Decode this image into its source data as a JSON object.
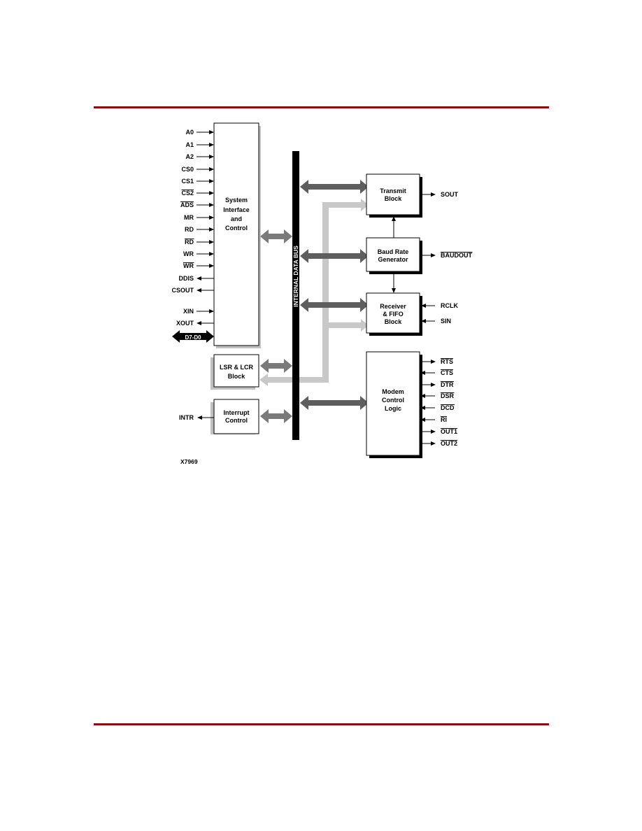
{
  "colors": {
    "rule": "#8b0d0d",
    "bus": "#000000",
    "dark_arrow": "#6e6e6e",
    "light_arrow": "#c8c8c8",
    "shadow": "#c0c0c0"
  },
  "figure_id": "X7969",
  "bus_label": "INTERNAL DATA BUS",
  "left_signals": [
    {
      "id": "a0",
      "text": "A0",
      "overbar": false,
      "dir": "in"
    },
    {
      "id": "a1",
      "text": "A1",
      "overbar": false,
      "dir": "in"
    },
    {
      "id": "a2",
      "text": "A2",
      "overbar": false,
      "dir": "in"
    },
    {
      "id": "cs0",
      "text": "CS0",
      "overbar": false,
      "dir": "in"
    },
    {
      "id": "cs1",
      "text": "CS1",
      "overbar": false,
      "dir": "in"
    },
    {
      "id": "cs2",
      "text": "CS2",
      "overbar": true,
      "dir": "in"
    },
    {
      "id": "ads",
      "text": "ADS",
      "overbar": true,
      "dir": "in"
    },
    {
      "id": "mr",
      "text": "MR",
      "overbar": false,
      "dir": "in"
    },
    {
      "id": "rd",
      "text": "RD",
      "overbar": false,
      "dir": "in"
    },
    {
      "id": "rd-n",
      "text": "RD",
      "overbar": true,
      "dir": "in"
    },
    {
      "id": "wr",
      "text": "WR",
      "overbar": false,
      "dir": "in"
    },
    {
      "id": "wr-n",
      "text": "WR",
      "overbar": true,
      "dir": "in"
    },
    {
      "id": "ddis",
      "text": "DDIS",
      "overbar": false,
      "dir": "out"
    },
    {
      "id": "csout",
      "text": "CSOUT",
      "overbar": false,
      "dir": "out"
    },
    {
      "id": "xin",
      "text": "XIN",
      "overbar": false,
      "dir": "in"
    },
    {
      "id": "xout",
      "text": "XOUT",
      "overbar": false,
      "dir": "out"
    }
  ],
  "data_bus_pins": "D7-D0",
  "intr_label": "INTR",
  "blocks": {
    "system": [
      "System",
      "Interface",
      "and",
      "Control"
    ],
    "lsr": [
      "LSR & LCR",
      "Block"
    ],
    "interrupt": [
      "Interrupt",
      "Control"
    ],
    "transmit": [
      "Transmit",
      "Block"
    ],
    "baud": [
      "Baud Rate",
      "Generator"
    ],
    "receiver": [
      "Receiver",
      "& FIFO",
      "Block"
    ],
    "modem": [
      "Modem",
      "Control",
      "Logic"
    ]
  },
  "right_signals": {
    "sout": "SOUT",
    "baudout": "BAUDOUT",
    "rclk": "RCLK",
    "sin": "SIN",
    "modem": [
      {
        "id": "rts",
        "text": "RTS",
        "dir": "out"
      },
      {
        "id": "cts",
        "text": "CTS",
        "dir": "in"
      },
      {
        "id": "dtr",
        "text": "DTR",
        "dir": "out"
      },
      {
        "id": "dsr",
        "text": "DSR",
        "dir": "in"
      },
      {
        "id": "dcd",
        "text": "DCD",
        "dir": "in"
      },
      {
        "id": "ri",
        "text": "RI",
        "dir": "in"
      },
      {
        "id": "out1",
        "text": "OUT1",
        "dir": "out"
      },
      {
        "id": "out2",
        "text": "OUT2",
        "dir": "out"
      }
    ]
  }
}
